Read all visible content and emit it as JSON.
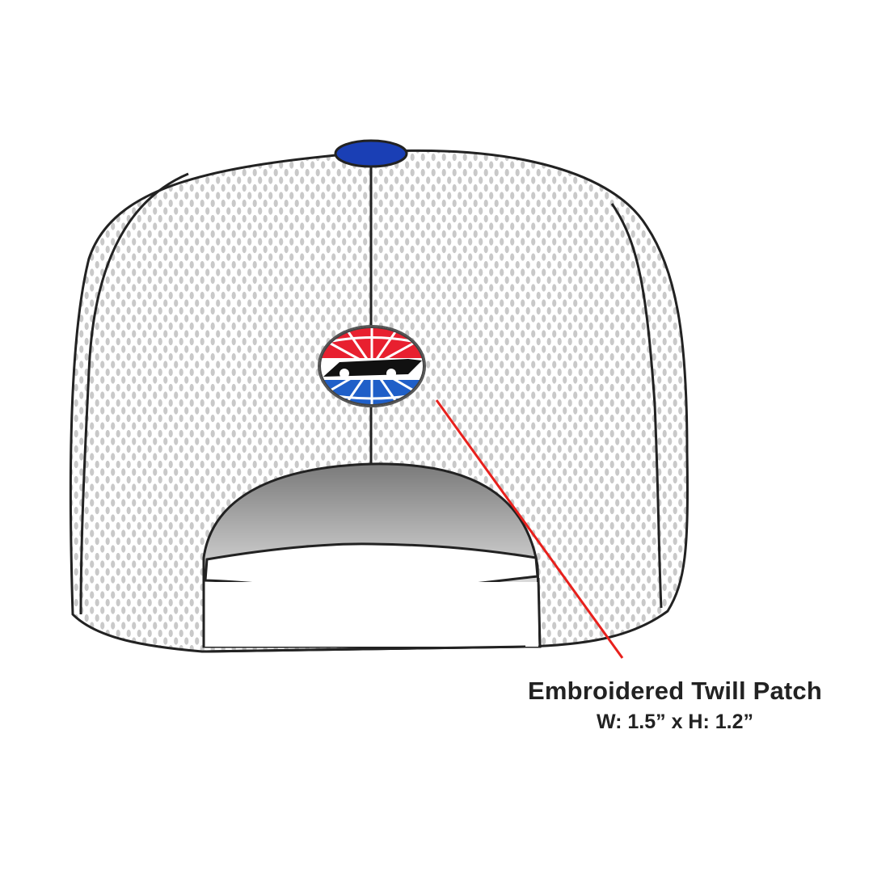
{
  "illustration": {
    "subject": "Cap rear view",
    "material": "mesh",
    "button_color": "#1a3fb5",
    "outline_color": "#222222",
    "mesh_color": "#c9c9c9"
  },
  "logo": {
    "name": "speedway-logo",
    "top_color": "#e8202f",
    "bottom_color": "#1f5fc8",
    "car_color": "#111111"
  },
  "callout": {
    "line_color": "#e8201c",
    "title": "Embroidered Twill Patch",
    "dimensions": "W: 1.5” x H: 1.2”"
  }
}
